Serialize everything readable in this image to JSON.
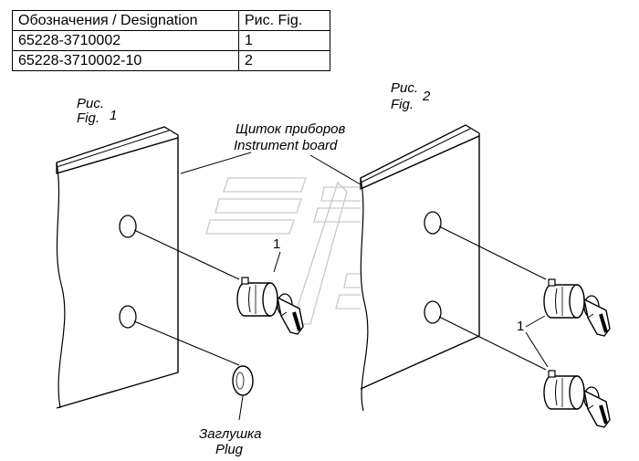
{
  "table": {
    "header": {
      "designation": "Обозначения / Designation",
      "fig": "Рис. Fig."
    },
    "rows": [
      {
        "designation": "65228-3710002",
        "fig": "1"
      },
      {
        "designation": "65228-3710002-10",
        "fig": "2"
      }
    ]
  },
  "figure1": {
    "label_ru": "Рис.",
    "label_en": "Fig.",
    "number": "1"
  },
  "figure2": {
    "label_ru": "Рис.",
    "label_en": "Fig.",
    "number": "2"
  },
  "callouts": {
    "board_ru": "Щиток приборов",
    "board_en": "Instrument board",
    "plug_ru": "Заглушка",
    "plug_en": "Plug",
    "switch_num_fig1": "1",
    "switch_num_fig2": "1"
  }
}
